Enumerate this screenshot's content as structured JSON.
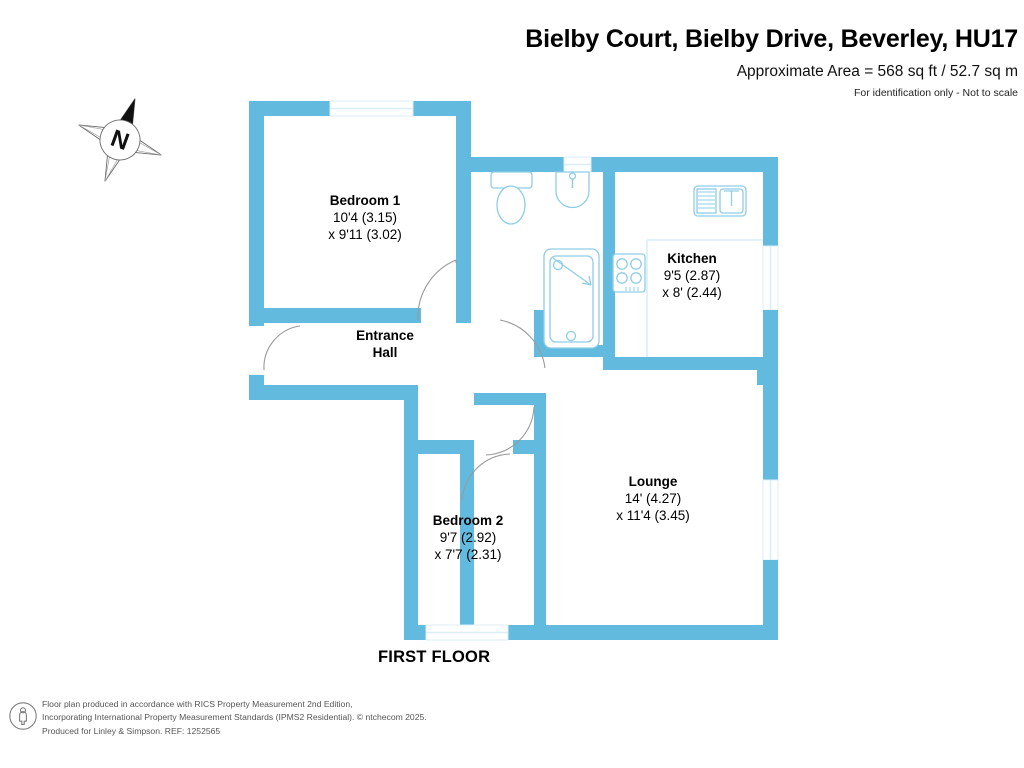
{
  "header": {
    "title": "Bielby Court, Bielby Drive, Beverley, HU17",
    "area": "Approximate Area = 568 sq ft / 52.7 sq m",
    "disclaimer": "For identification only - Not to scale"
  },
  "compass": {
    "north_letter": "N",
    "name": "compass-rose"
  },
  "floor_label": "FIRST FLOOR",
  "colors": {
    "wall": "#62bbdf",
    "wall_light": "#d9eef7",
    "fixture_stroke": "#8fcde6",
    "text": "#000000",
    "footer_text": "#555555"
  },
  "rooms": [
    {
      "id": "bedroom1",
      "name": "Bedroom 1",
      "dim_line1": "10'4 (3.15)",
      "dim_line2": "x 9'11 (3.02)"
    },
    {
      "id": "kitchen",
      "name": "Kitchen",
      "dim_line1": "9'5 (2.87)",
      "dim_line2": "x 8' (2.44)"
    },
    {
      "id": "lounge",
      "name": "Lounge",
      "dim_line1": "14' (4.27)",
      "dim_line2": "x 11'4 (3.45)"
    },
    {
      "id": "bedroom2",
      "name": "Bedroom 2",
      "dim_line1": "9'7 (2.92)",
      "dim_line2": "x 7'7 (2.31)"
    },
    {
      "id": "hall",
      "name_line1": "Entrance",
      "name_line2": "Hall"
    }
  ],
  "fixtures": [
    {
      "name": "wc-toilet",
      "room": "bathroom"
    },
    {
      "name": "wash-basin",
      "room": "bathroom"
    },
    {
      "name": "bathtub",
      "room": "bathroom"
    },
    {
      "name": "kitchen-sink",
      "room": "kitchen"
    },
    {
      "name": "hob-cooker",
      "room": "kitchen"
    }
  ],
  "footer": {
    "icon": "person-in-circle-icon",
    "line1": "Floor plan produced in accordance with RICS Property Measurement 2nd Edition,",
    "line2": "Incorporating International Property Measurement Standards (IPMS2 Residential).   © ntchecom 2025.",
    "line3": "Produced for Linley & Simpson.   REF:  1252565"
  }
}
